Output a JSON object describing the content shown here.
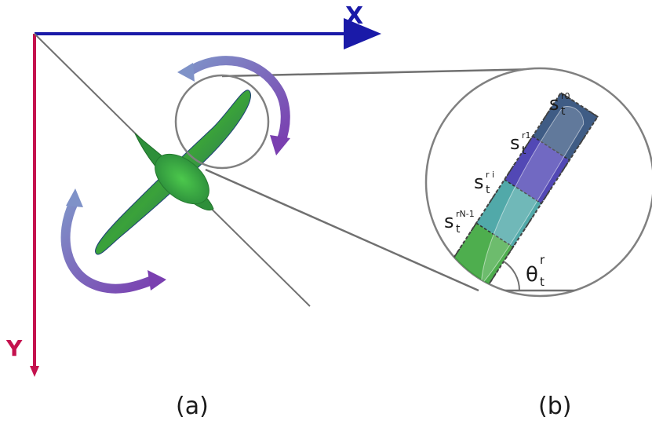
{
  "axes": {
    "x_label": "X",
    "y_label": "Y",
    "x_color": "#1a1aa8",
    "y_color": "#c4124e"
  },
  "panels": {
    "a_label": "(a)",
    "b_label": "(b)"
  },
  "segments": [
    {
      "sup": "r0",
      "color": "#1d3f70"
    },
    {
      "sup": "r1",
      "color": "#3428a8"
    },
    {
      "sup": "r i",
      "color": "#339a9a"
    },
    {
      "sup": "rN-1",
      "color": "#2fa02f"
    }
  ],
  "symbol": "s",
  "subscript": "t",
  "angle": {
    "symbol": "θ",
    "sup": "r",
    "sub": "t"
  },
  "colors": {
    "body_green": "#3aa23a",
    "body_blue": "#1e3f78",
    "arrow_purple": "#7a3fb0",
    "lens_stroke": "#808080",
    "guide_line": "#707070"
  }
}
